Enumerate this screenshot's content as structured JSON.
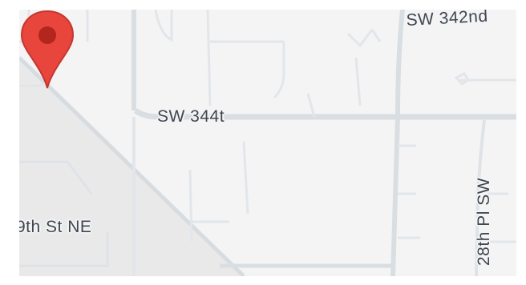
{
  "map": {
    "background_color": "#f4f4f4",
    "road_color": "#d9dee3",
    "minor_road_color": "#e2e6ea",
    "area_fill_color": "#e9e9e9",
    "streets": {
      "sw_342nd": "SW 342nd",
      "sw_344th": "SW 344t",
      "ninth_st_ne": "9th St NE",
      "28th_pl_sw": "28th Pl SW"
    },
    "marker": {
      "icon": "map-pin-icon",
      "color": "#e8453c",
      "inner_color": "#b3261e"
    }
  }
}
